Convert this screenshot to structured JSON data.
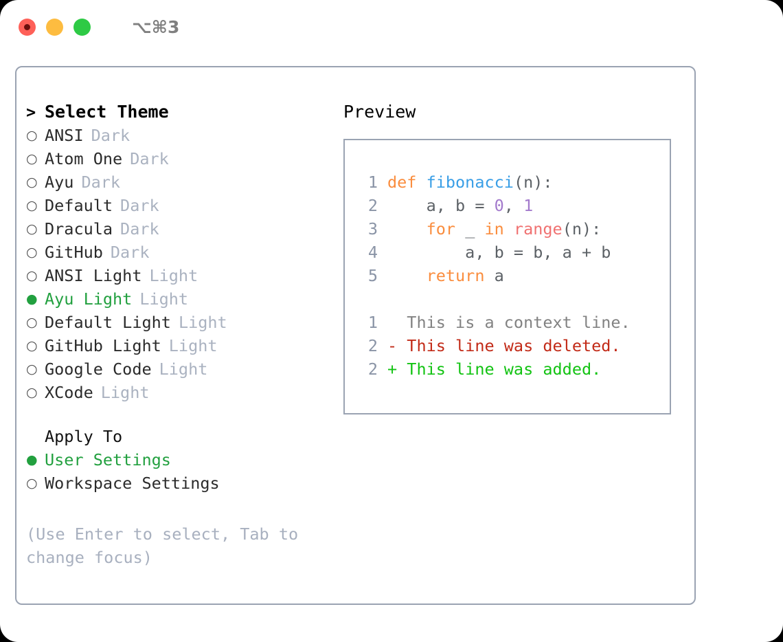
{
  "window": {
    "title": "⌥⌘3",
    "traffic_lights": [
      "close",
      "minimize",
      "maximize"
    ]
  },
  "theme_panel": {
    "header": "Select Theme",
    "prompt_marker": ">",
    "radio_selected_glyph": "●",
    "radio_unselected_glyph": "○",
    "items": [
      {
        "label": "ANSI",
        "tag": "Dark",
        "selected": false
      },
      {
        "label": "Atom One",
        "tag": "Dark",
        "selected": false
      },
      {
        "label": "Ayu",
        "tag": "Dark",
        "selected": false
      },
      {
        "label": "Default",
        "tag": "Dark",
        "selected": false
      },
      {
        "label": "Dracula",
        "tag": "Dark",
        "selected": false
      },
      {
        "label": "GitHub",
        "tag": "Dark",
        "selected": false
      },
      {
        "label": "ANSI Light",
        "tag": "Light",
        "selected": false
      },
      {
        "label": "Ayu Light",
        "tag": "Light",
        "selected": true
      },
      {
        "label": "Default Light",
        "tag": "Light",
        "selected": false
      },
      {
        "label": "GitHub Light",
        "tag": "Light",
        "selected": false
      },
      {
        "label": "Google Code",
        "tag": "Light",
        "selected": false
      },
      {
        "label": "XCode",
        "tag": "Light",
        "selected": false
      }
    ]
  },
  "apply_to": {
    "header": "Apply To",
    "items": [
      {
        "label": "User Settings",
        "selected": true
      },
      {
        "label": "Workspace Settings",
        "selected": false
      }
    ]
  },
  "hint": "(Use Enter to select, Tab to change focus)",
  "preview": {
    "title": "Preview",
    "code_lines": [
      {
        "number": "1",
        "tokens": [
          {
            "text": "def ",
            "type": "kw"
          },
          {
            "text": "fibonacci",
            "type": "fn"
          },
          {
            "text": "(n):",
            "type": "pn"
          }
        ]
      },
      {
        "number": "2",
        "tokens": [
          {
            "text": "    a, b = ",
            "type": "pn"
          },
          {
            "text": "0",
            "type": "num"
          },
          {
            "text": ", ",
            "type": "pn"
          },
          {
            "text": "1",
            "type": "num"
          }
        ]
      },
      {
        "number": "3",
        "tokens": [
          {
            "text": "    ",
            "type": "pn"
          },
          {
            "text": "for",
            "type": "kw"
          },
          {
            "text": " _ ",
            "type": "pn"
          },
          {
            "text": "in",
            "type": "kw"
          },
          {
            "text": " ",
            "type": "pn"
          },
          {
            "text": "range",
            "type": "bi"
          },
          {
            "text": "(n):",
            "type": "pn"
          }
        ]
      },
      {
        "number": "4",
        "tokens": [
          {
            "text": "        a, b = b, a + b",
            "type": "pn"
          }
        ]
      },
      {
        "number": "5",
        "tokens": [
          {
            "text": "    ",
            "type": "pn"
          },
          {
            "text": "return",
            "type": "kw"
          },
          {
            "text": " a",
            "type": "pn"
          }
        ]
      }
    ],
    "diff_lines": [
      {
        "number": "1",
        "sign": " ",
        "text": "This is a context line.",
        "type": "ctx"
      },
      {
        "number": "2",
        "sign": "-",
        "text": "This line was deleted.",
        "type": "del"
      },
      {
        "number": "2",
        "sign": "+",
        "text": "This line was added.",
        "type": "add"
      }
    ]
  },
  "colors": {
    "keyword": "#FA8D3E",
    "function": "#399EE6",
    "builtin": "#F07171",
    "number": "#A37ACC",
    "plain": "#5C6166",
    "line_number": "#8a94a6",
    "selected_green": "#22a03f",
    "diff_added": "#12C312",
    "diff_deleted": "#C22A17",
    "muted": "#aab2c0",
    "border": "#9aa3b2"
  }
}
